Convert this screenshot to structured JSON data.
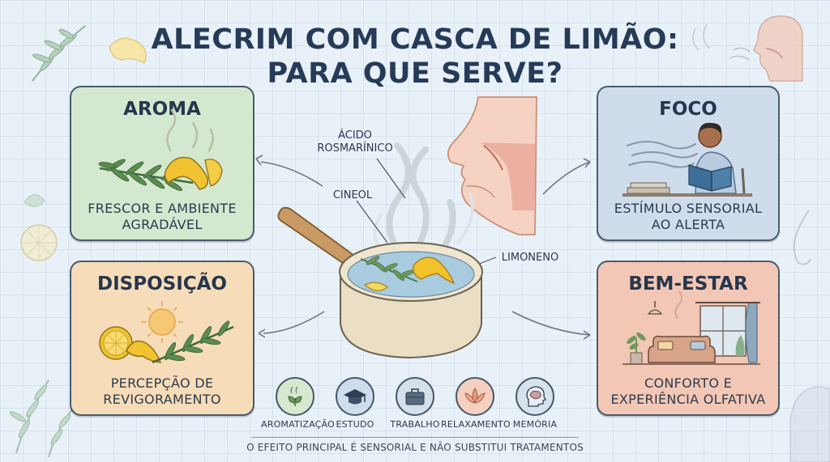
{
  "title": {
    "line1": "ALECRIM COM CASCA DE LIMÃO:",
    "line2": "PARA QUE SERVE?"
  },
  "cards": {
    "aroma": {
      "heading": "AROMA",
      "line1": "FRESCOR E AMBIENTE",
      "line2": "AGRADÁVEL",
      "bg": "#d4e8cf"
    },
    "foco": {
      "heading": "FOCO",
      "line1": "ESTÍMULO SENSORIAL",
      "line2": "AO ALERTA",
      "bg": "#cfdcec"
    },
    "disposicao": {
      "heading": "DISPOSIÇÃO",
      "line1": "PERCEPÇÃO DE",
      "line2": "REVIGORAMENTO",
      "bg": "#f7dcb9"
    },
    "bem_estar": {
      "heading": "BEM-ESTAR",
      "line1": "CONFORTO E",
      "line2": "EXPERIÊNCIA OLFATIVA",
      "bg": "#f3c7b5"
    }
  },
  "compounds": {
    "acido": {
      "line1": "ÁCIDO",
      "line2": "ROSMARÍNICO"
    },
    "cineol": "CINEOL",
    "limoneno": "LIMONENO"
  },
  "uses": [
    {
      "label": "AROMATIZAÇÃO",
      "icon": "leaf-steam-icon",
      "color": "#d6e9cf"
    },
    {
      "label": "ESTUDO",
      "icon": "graduation-cap-icon",
      "color": "#cfdcec"
    },
    {
      "label": "TRABALHO",
      "icon": "briefcase-icon",
      "color": "#d4e0ea"
    },
    {
      "label": "RELAXAMENTO",
      "icon": "lotus-icon",
      "color": "#f5cfc0"
    },
    {
      "label": "MEMÓRIA",
      "icon": "brain-head-icon",
      "color": "#d8e2ec"
    }
  ],
  "footer": "O EFEITO PRINCIPAL É SENSORIAL E NÃO SUBSTITUI TRATAMENTOS"
}
